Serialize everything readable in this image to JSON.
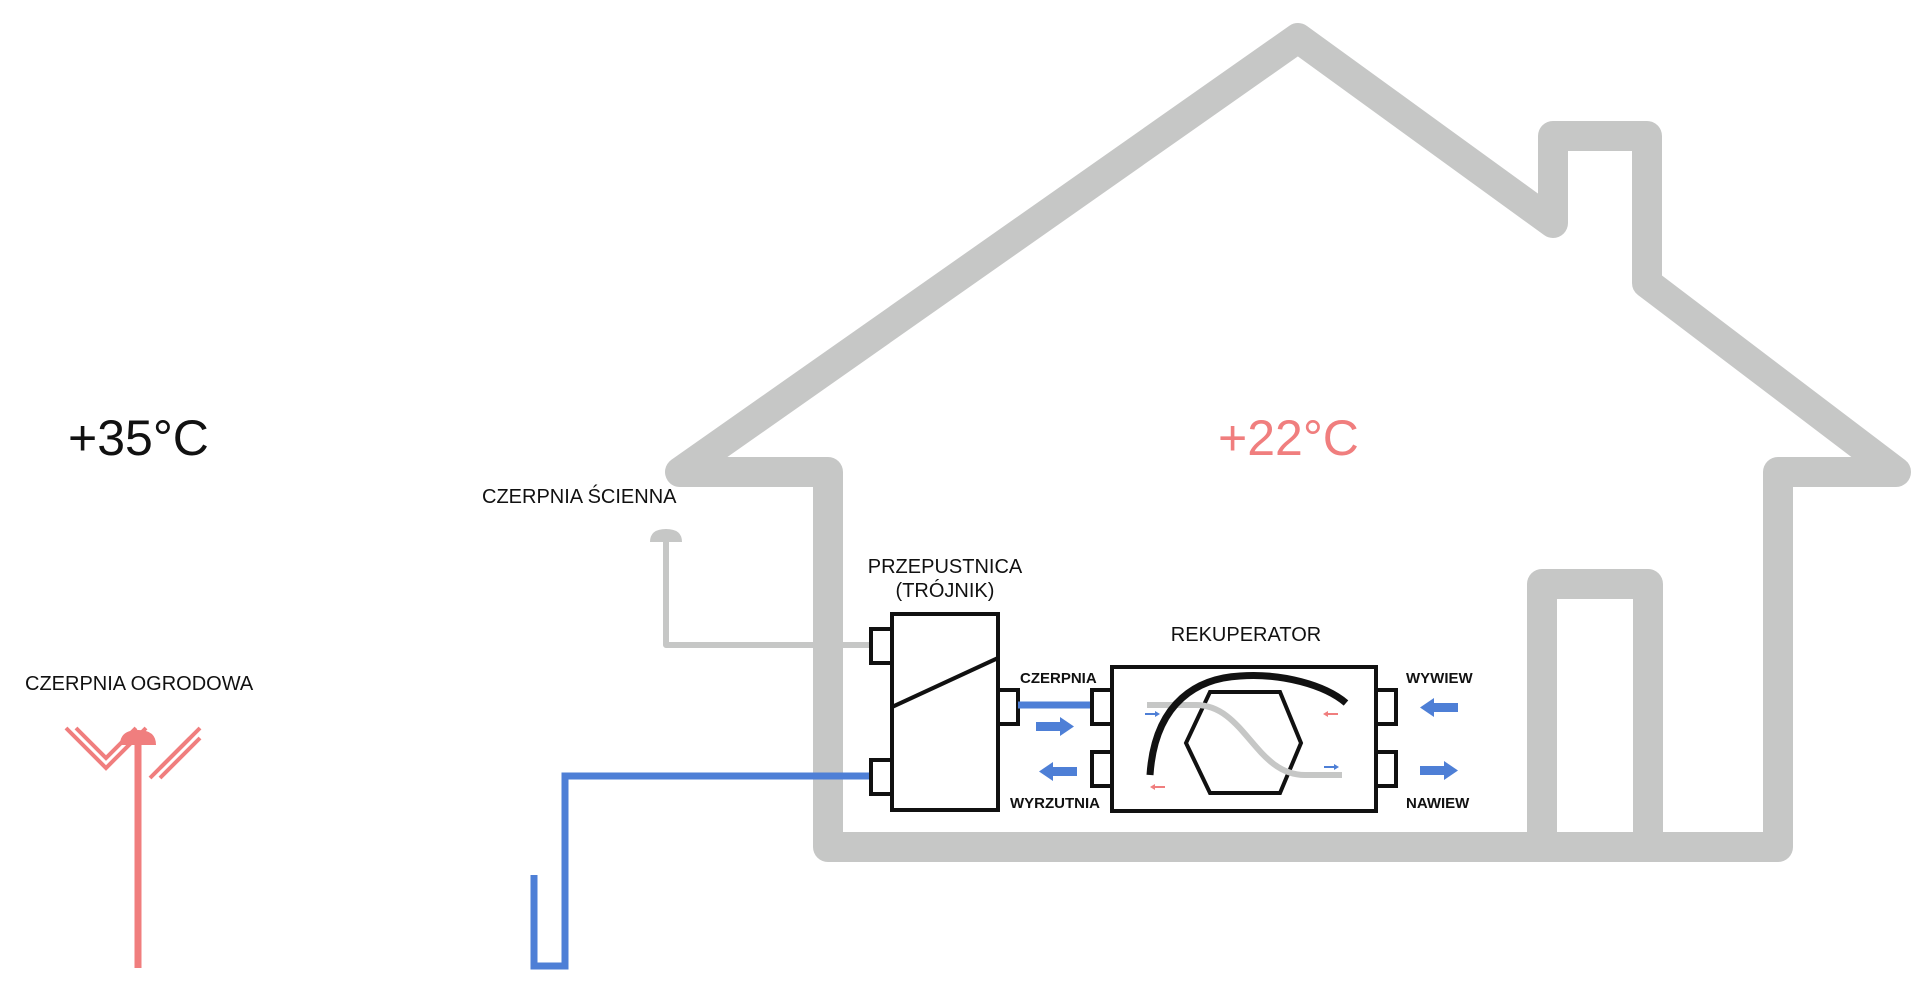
{
  "labels": {
    "outdoor_temp": "+35°C",
    "indoor_temp": "+22°C",
    "wall_intake": "CZERPNIA ŚCIENNA",
    "garden_intake": "CZERPNIA OGRODOWA",
    "damper_line1": "PRZEPUSTNICA",
    "damper_line2": "(TRÓJNIK)",
    "recuperator": "REKUPERATOR",
    "port_intake": "CZERPNIA",
    "port_exhaust": "WYRZUTNIA",
    "port_extract": "WYWIEW",
    "port_supply": "NAWIEW"
  },
  "colors": {
    "house_outline": "#c6c7c6",
    "cold_pipe": "#4e7fd6",
    "hot_pipe": "#f07e7e",
    "device_stroke": "#111111",
    "indoor_temp": "#f07e7e",
    "outdoor_temp": "#1a1a1a"
  }
}
